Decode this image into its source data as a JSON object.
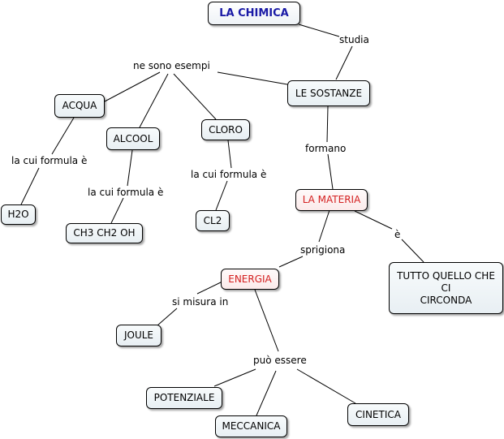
{
  "colors": {
    "title_text": "#1a1aa6",
    "highlight_text": "#d42020",
    "node_text": "#000000"
  },
  "nodes": {
    "la_chimica": "LA CHIMICA",
    "le_sostanze": "LE SOSTANZE",
    "acqua": "ACQUA",
    "alcool": "ALCOOL",
    "cloro": "CLORO",
    "h2o": "H2O",
    "ch3ch2oh": "CH3 CH2 OH",
    "cl2": "CL2",
    "la_materia": "LA MATERIA",
    "energia": "ENERGIA",
    "tutto": "TUTTO QUELLO CHE\nCI\nCIRCONDA",
    "joule": "JOULE",
    "potenziale": "POTENZIALE",
    "meccanica": "MECCANICA",
    "cinetica": "CINETICA"
  },
  "links": {
    "studia": "studia",
    "ne_sono_esempi": "ne sono esempi",
    "formula_acqua": "la cui formula è",
    "formula_alcool": "la cui formula è",
    "formula_cloro": "la cui formula è",
    "formano": "formano",
    "sprigiona": "sprigiona",
    "e": "è",
    "si_misura_in": "si misura in",
    "puo_essere": "può essere"
  }
}
